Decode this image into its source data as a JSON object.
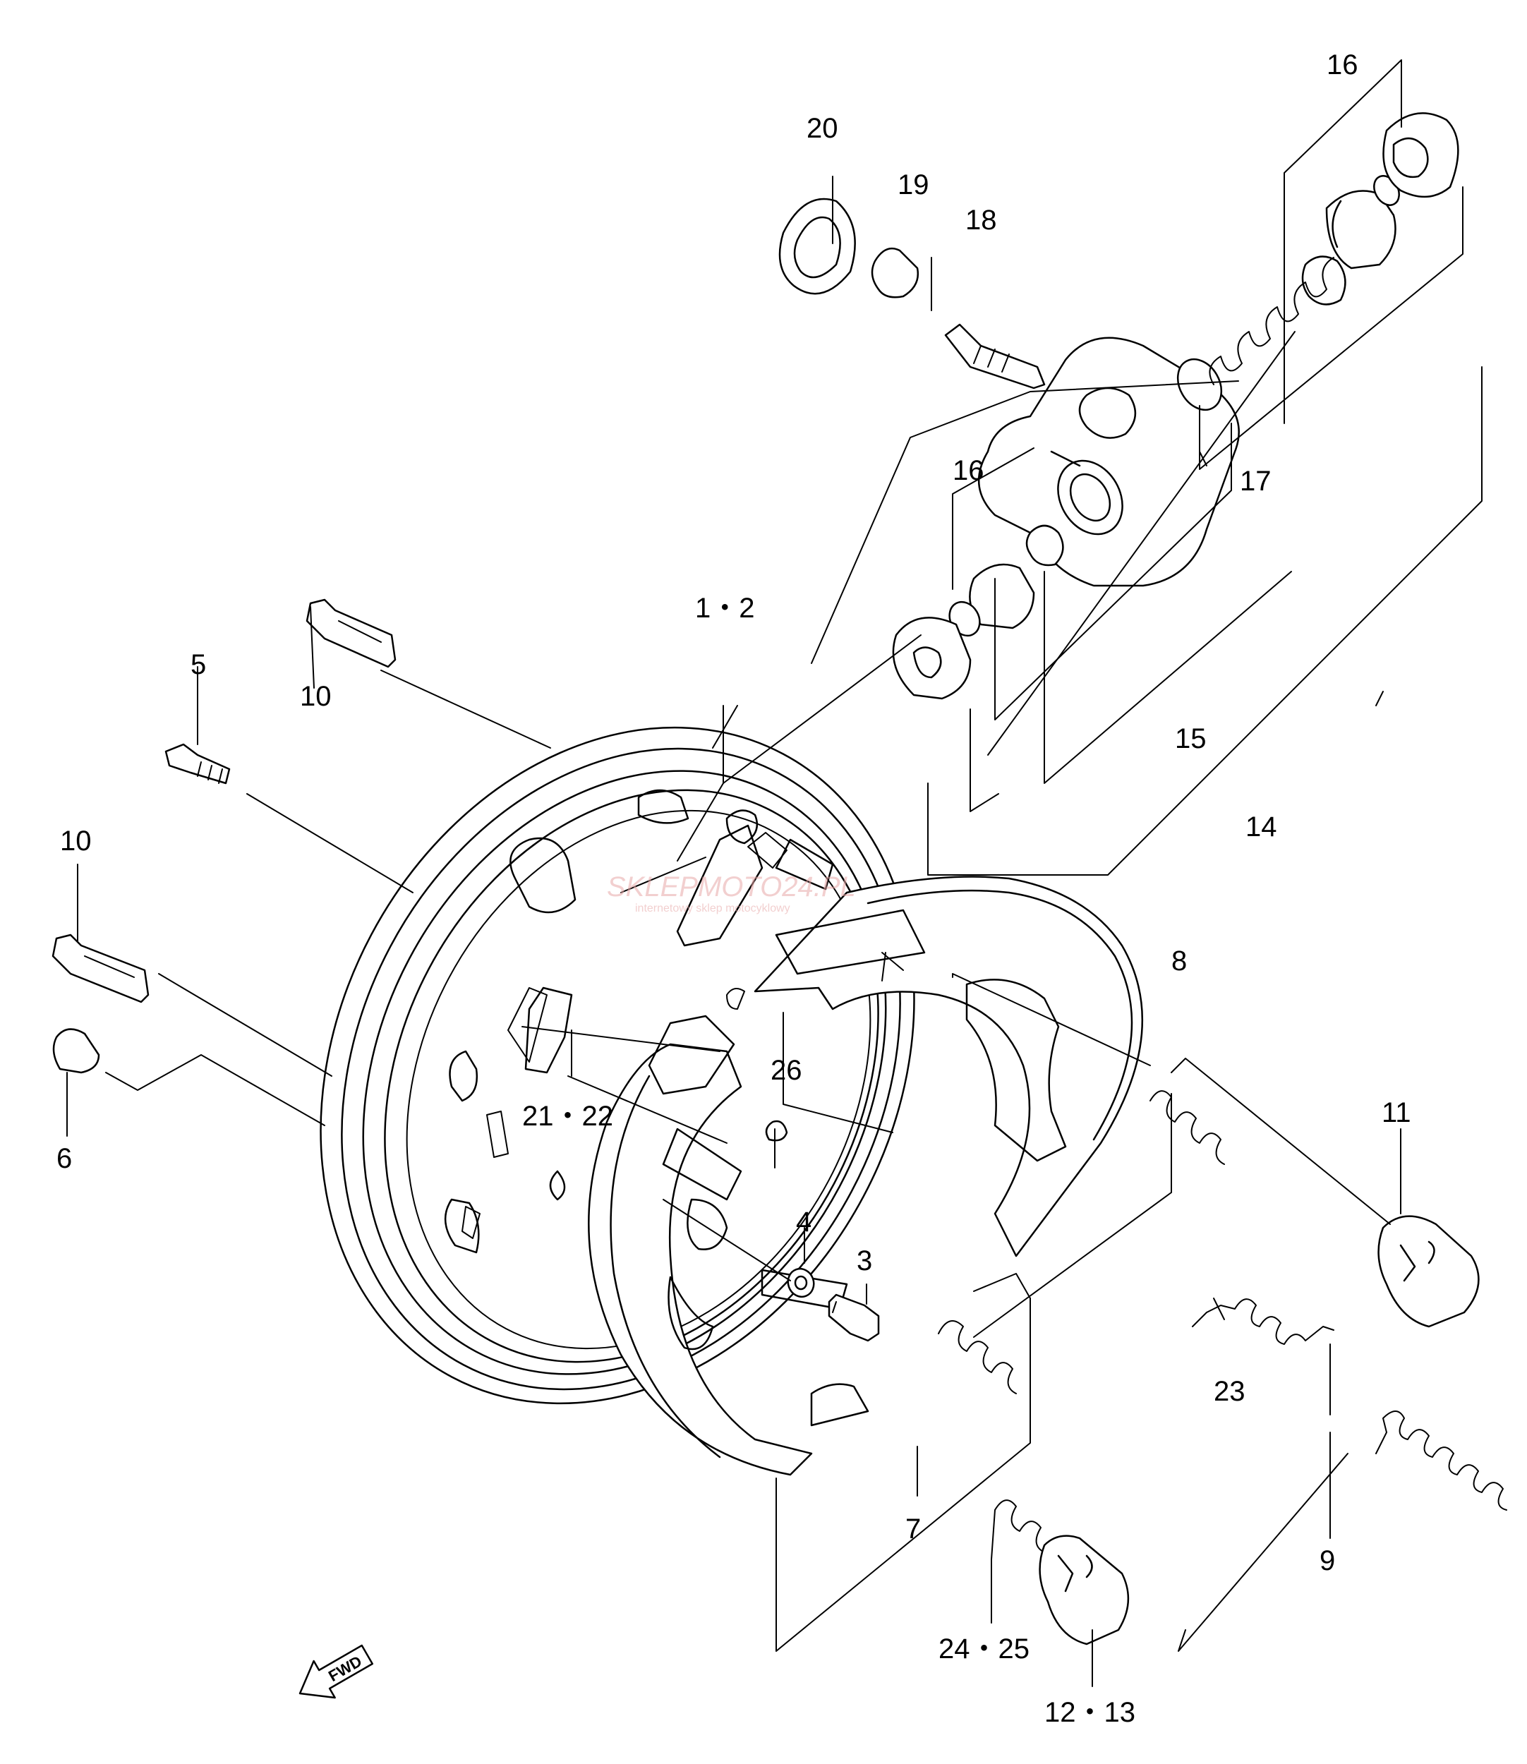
{
  "diagram": {
    "part_labels": [
      {
        "id": "16a",
        "text": "16"
      },
      {
        "id": "20",
        "text": "20"
      },
      {
        "id": "19",
        "text": "19"
      },
      {
        "id": "18",
        "text": "18"
      },
      {
        "id": "16b",
        "text": "16"
      },
      {
        "id": "17",
        "text": "17"
      },
      {
        "id": "1-2",
        "text": "1・2"
      },
      {
        "id": "10a",
        "text": "10"
      },
      {
        "id": "5",
        "text": "5"
      },
      {
        "id": "15",
        "text": "15"
      },
      {
        "id": "14",
        "text": "14"
      },
      {
        "id": "10b",
        "text": "10"
      },
      {
        "id": "8",
        "text": "8"
      },
      {
        "id": "26",
        "text": "26"
      },
      {
        "id": "21-22",
        "text": "21・22"
      },
      {
        "id": "6",
        "text": "6"
      },
      {
        "id": "11",
        "text": "11"
      },
      {
        "id": "4",
        "text": "4"
      },
      {
        "id": "3",
        "text": "3"
      },
      {
        "id": "23",
        "text": "23"
      },
      {
        "id": "9",
        "text": "9"
      },
      {
        "id": "7",
        "text": "7"
      },
      {
        "id": "24-25",
        "text": "24・25"
      },
      {
        "id": "12-13",
        "text": "12・13"
      }
    ],
    "fwd_marker": "FWD",
    "watermark": {
      "text": "SKLEPMOTO24.PL",
      "subtitle": "internetowy sklep motocyklowy"
    }
  }
}
